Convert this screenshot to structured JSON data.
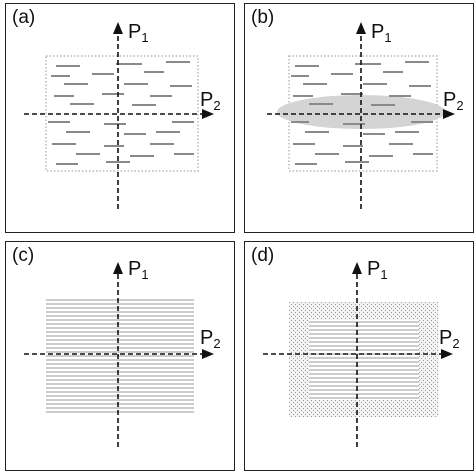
{
  "panels": [
    {
      "label": "(a)",
      "p1_base": "P",
      "p1_sub": "1",
      "p2_base": "P",
      "p2_sub": "2"
    },
    {
      "label": "(b)",
      "p1_base": "P",
      "p1_sub": "1",
      "p2_base": "P",
      "p2_sub": "2"
    },
    {
      "label": "(c)",
      "p1_base": "P",
      "p1_sub": "1",
      "p2_base": "P",
      "p2_sub": "2"
    },
    {
      "label": "(d)",
      "p1_base": "P",
      "p1_sub": "1",
      "p2_base": "P",
      "p2_sub": "2"
    }
  ],
  "colors": {
    "frame": "#222222",
    "axis": "#111111",
    "dash_line": "#8a8a8a",
    "dotted_box": "#a8a8a8",
    "ellipse_fill": "#d4d4d4",
    "stripe": "#9a9a9a",
    "stipple": "#c8c8c8"
  }
}
